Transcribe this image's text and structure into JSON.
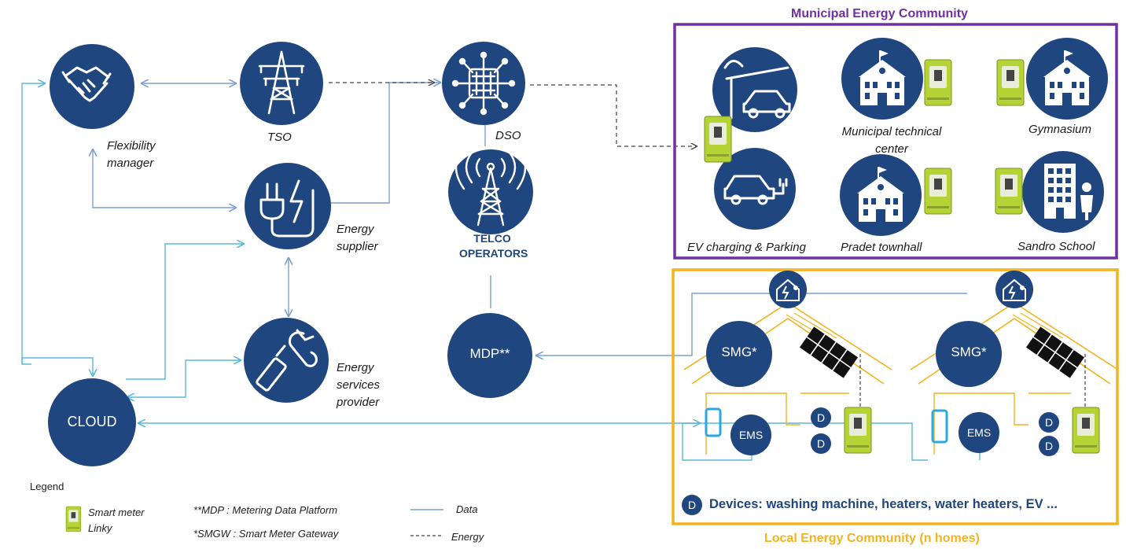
{
  "nodes": {
    "flexibility_manager": "Flexibility manager",
    "tso": "TSO",
    "dso": "DSO",
    "telco": "TELCO OPERATORS",
    "energy_supplier": "Energy supplier",
    "energy_services_provider": "Energy services provider",
    "mdp": "MDP**",
    "cloud": "CLOUD"
  },
  "municipal": {
    "title": "Municipal Energy Community",
    "ev_charging": "EV charging & Parking",
    "technical_center": "Municipal technical center",
    "gymnasium": "Gymnasium",
    "townhall": "Pradet townhall",
    "school": "Sandro School"
  },
  "local": {
    "title": "Local Energy Community (n homes)",
    "smg": "SMG*",
    "ems": "EMS",
    "device_letter": "D",
    "devices_note": "Devices: washing machine, heaters, water heaters, EV ..."
  },
  "legend": {
    "title": "Legend",
    "smart_meter": "Smart meter Linky",
    "mdp_def": "**MDP : Metering Data Platform",
    "smgw_def": "*SMGW : Smart Meter Gateway",
    "data": "Data",
    "energy": "Energy"
  },
  "colors": {
    "node": "#20467f",
    "data_line": "#5ab8d8",
    "data_line_dark": "#7d9fd0",
    "energy_line": "#555555",
    "municipal_border": "#7030a0",
    "local_border": "#f2b31c",
    "meter": "#b5d334"
  },
  "icons": [
    "handshake-icon",
    "pylon-icon",
    "network-hub-icon",
    "plug-bolt-icon",
    "radio-tower-icon",
    "wrench-icon",
    "parking-barrier-icon",
    "school-building-icon",
    "ev-charging-icon",
    "apartment-icon",
    "house-icon",
    "solar-panel-icon",
    "smart-meter-icon",
    "phone-icon"
  ]
}
